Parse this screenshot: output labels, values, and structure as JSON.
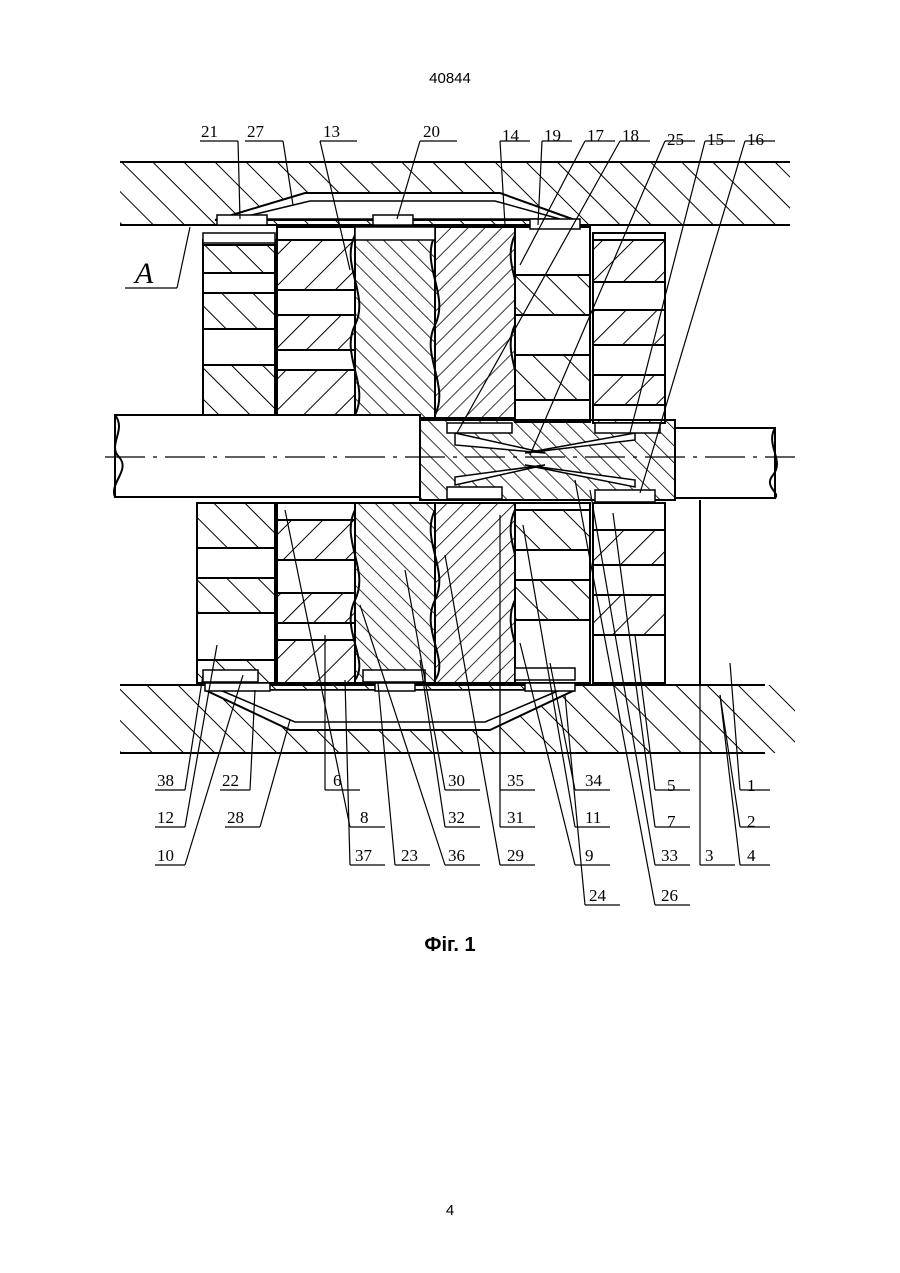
{
  "header": {
    "document_number": "40844"
  },
  "figure": {
    "section_label": "A",
    "callouts_top": [
      "21",
      "27",
      "13",
      "20",
      "14",
      "19",
      "17",
      "18",
      "25",
      "15",
      "16"
    ],
    "callouts_bottom_row1": [
      "38",
      "22",
      "6",
      "30",
      "35",
      "34",
      "5",
      "1"
    ],
    "callouts_bottom_row2": [
      "12",
      "28",
      "8",
      "32",
      "31",
      "11",
      "7",
      "2"
    ],
    "callouts_bottom_row3": [
      "10",
      "37",
      "23",
      "36",
      "29",
      "9",
      "33",
      "3",
      "4"
    ],
    "callouts_bottom_row4": [
      "24",
      "26"
    ]
  },
  "caption": "Фіг. 1",
  "footer": {
    "page_number": "4"
  }
}
